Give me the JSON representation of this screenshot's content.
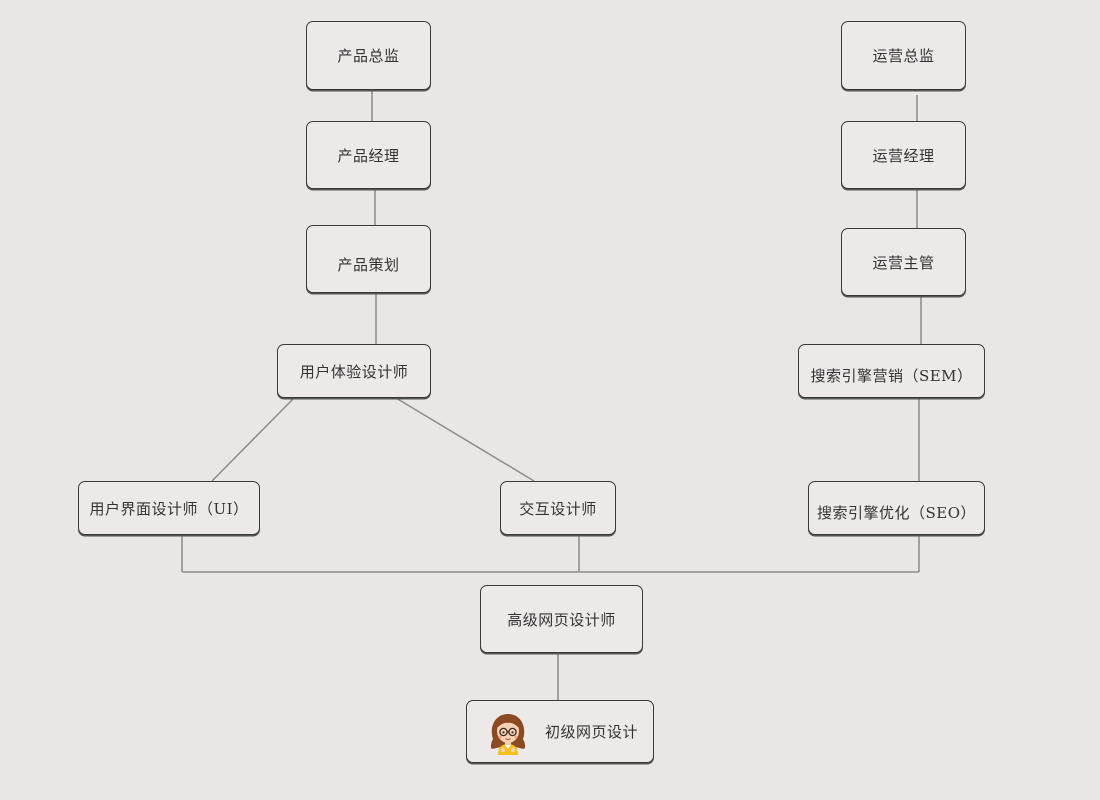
{
  "nodes": {
    "product_director": "产品总监",
    "product_manager": "产品经理",
    "product_planner": "产品策划",
    "ux_designer": "用户体验设计师",
    "ui_designer": "用户界面设计师（UI）",
    "interaction_designer": "交互设计师",
    "ops_director": "运营总监",
    "ops_manager": "运营经理",
    "ops_supervisor": "运营主管",
    "sem": "搜索引擎营销（SEM）",
    "seo": "搜索引擎优化（SEO）",
    "senior_web_designer": "高级网页设计师",
    "junior_web_design": "初级网页设计"
  },
  "colors": {
    "background": "#eae6e5",
    "node_border": "#3a3a3a",
    "connector": "#8a8a8a"
  },
  "icons": {
    "avatar": "girl-with-glasses-avatar-icon"
  }
}
